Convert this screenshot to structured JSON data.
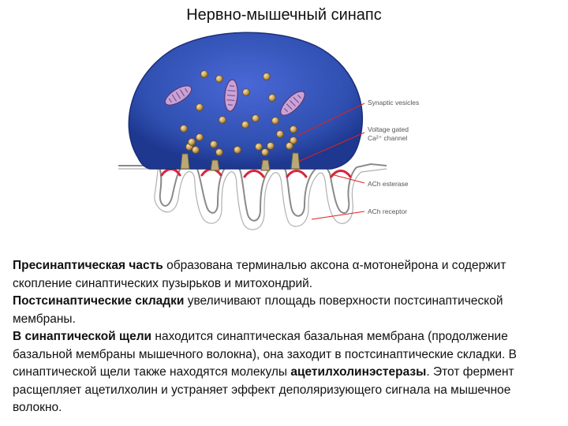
{
  "title": "Нервно-мышечный синапс",
  "labels": {
    "vesicles": "Synaptic vesicles",
    "channel_line1": "Voltage gated",
    "channel_line2": "Ca²⁺ channel",
    "esterase": "ACh esterase",
    "receptor": "ACh receptor"
  },
  "colors": {
    "terminal": "#2f4fb0",
    "terminal_rim": "#1a2f7a",
    "vesicle": "#c9a05a",
    "mitochondria": "#c9a3d6",
    "esterase_red": "#d7263d",
    "arrow_red": "#e02020"
  },
  "text": {
    "p1_bold": "Пресинаптическая часть",
    "p1_rest": " образована терминалью аксона α-мотонейрона и содержит скопление синаптических пузырьков и митохондрий.",
    "p2_bold": "Постсинаптические складки",
    "p2_rest": " увеличивают площадь поверхности постсинаптической мембраны.",
    "p3_bold1": "В синаптической щели",
    "p3_rest1": " находится синаптическая базальная мембрана (продолжение базальной мембраны мышечного волокна), она заходит в постсинаптические складки. В синаптической щели также находятся молекулы ",
    "p3_bold2": "ацетилхолинэстеразы",
    "p3_rest2": ". Этот фермент расщепляет ацетилхолин и устраняет эффект деполяризующего сигнала на мышечное волокно."
  }
}
